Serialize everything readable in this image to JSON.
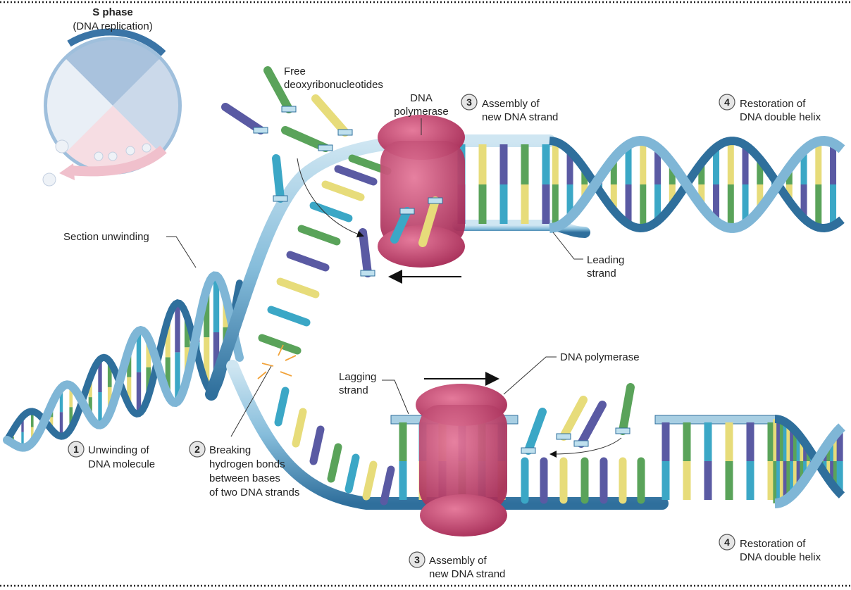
{
  "cell_cycle": {
    "title": "S phase",
    "subtitle": "(DNA replication)"
  },
  "labels": {
    "free_nucleotides": [
      "Free",
      "deoxyribonucleotides"
    ],
    "dna_polymerase_top": [
      "DNA",
      "polymerase"
    ],
    "dna_polymerase_bottom": "DNA polymerase",
    "section_unwinding": "Section unwinding",
    "leading_strand": [
      "Leading",
      "strand"
    ],
    "lagging_strand": [
      "Lagging",
      "strand"
    ]
  },
  "steps": [
    {
      "num": "1",
      "lines": [
        "Unwinding of",
        "DNA molecule"
      ]
    },
    {
      "num": "2",
      "lines": [
        "Breaking",
        "hydrogen bonds",
        "between bases",
        "of two DNA strands"
      ]
    },
    {
      "num": "3",
      "lines": [
        "Assembly of",
        "new DNA strand"
      ]
    },
    {
      "num": "4",
      "lines": [
        "Restoration of",
        "DNA double helix"
      ]
    },
    {
      "num": "3",
      "lines": [
        "Assembly of",
        "new DNA strand"
      ]
    },
    {
      "num": "4",
      "lines": [
        "Restoration of",
        "DNA double helix"
      ]
    }
  ],
  "colors": {
    "backbone": "#7fb6d6",
    "backbone_dark": "#2f6f9c",
    "base_green": "#5aa35a",
    "base_teal": "#3ba7c6",
    "base_yellow": "#e7dc7a",
    "base_purple": "#5a5aa3",
    "polymerase": "#c9456e",
    "pink_arrow": "#f2c9d3"
  }
}
